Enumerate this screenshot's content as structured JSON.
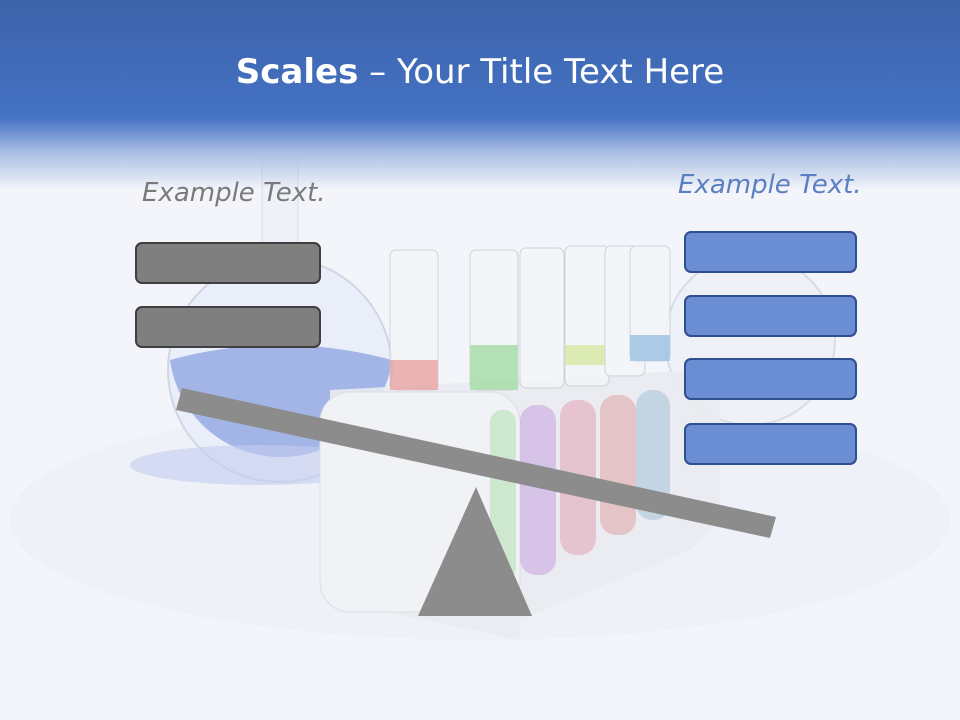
{
  "slide": {
    "title_bold": "Scales",
    "title_rest": " – Your Title Text Here"
  },
  "left": {
    "label": "Example Text.",
    "box_count": 2
  },
  "right": {
    "label": "Example Text.",
    "box_count": 4
  },
  "colors": {
    "header": "#4472c4",
    "gray_box": "#7f7f7f",
    "blue_box": "#6a8dd3",
    "beam": "#8c8c8c"
  }
}
